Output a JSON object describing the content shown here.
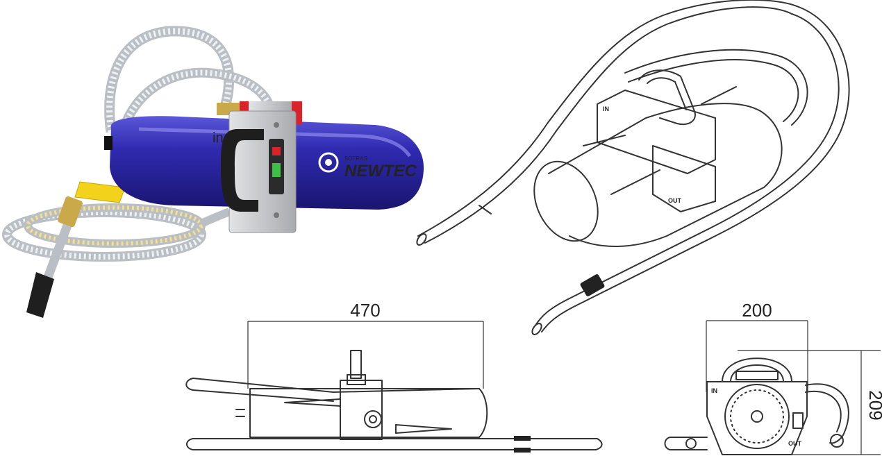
{
  "photo": {
    "label_in": "in",
    "brand_small": "SOTRAS",
    "brand": "NEWTEC"
  },
  "iso_view": {
    "port_out": "OUT",
    "port_in": "IN"
  },
  "side_view": {
    "dimension_length": "470"
  },
  "front_view": {
    "dimension_width": "200",
    "dimension_height": "209",
    "port_in": "IN",
    "port_out": "OUT"
  },
  "colors": {
    "body_blue": "#2f2ab0",
    "bracket_grey": "#c7c9cc",
    "accent_red": "#d8232a",
    "tag_yellow": "#f3d21c",
    "line_dark": "#333333"
  }
}
